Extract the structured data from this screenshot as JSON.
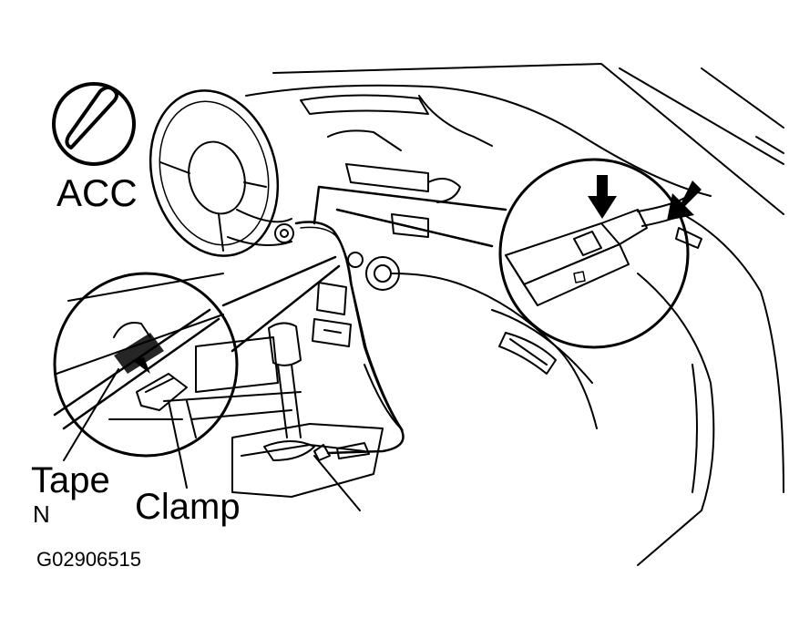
{
  "labels": {
    "acc": "ACC",
    "tape": "Tape",
    "n": "N",
    "clamp": "Clamp",
    "figure_code": "G02906515"
  },
  "colors": {
    "ink": "#000000",
    "background": "#ffffff"
  },
  "icons": {
    "acc_symbol": "key-ignition-icon"
  }
}
